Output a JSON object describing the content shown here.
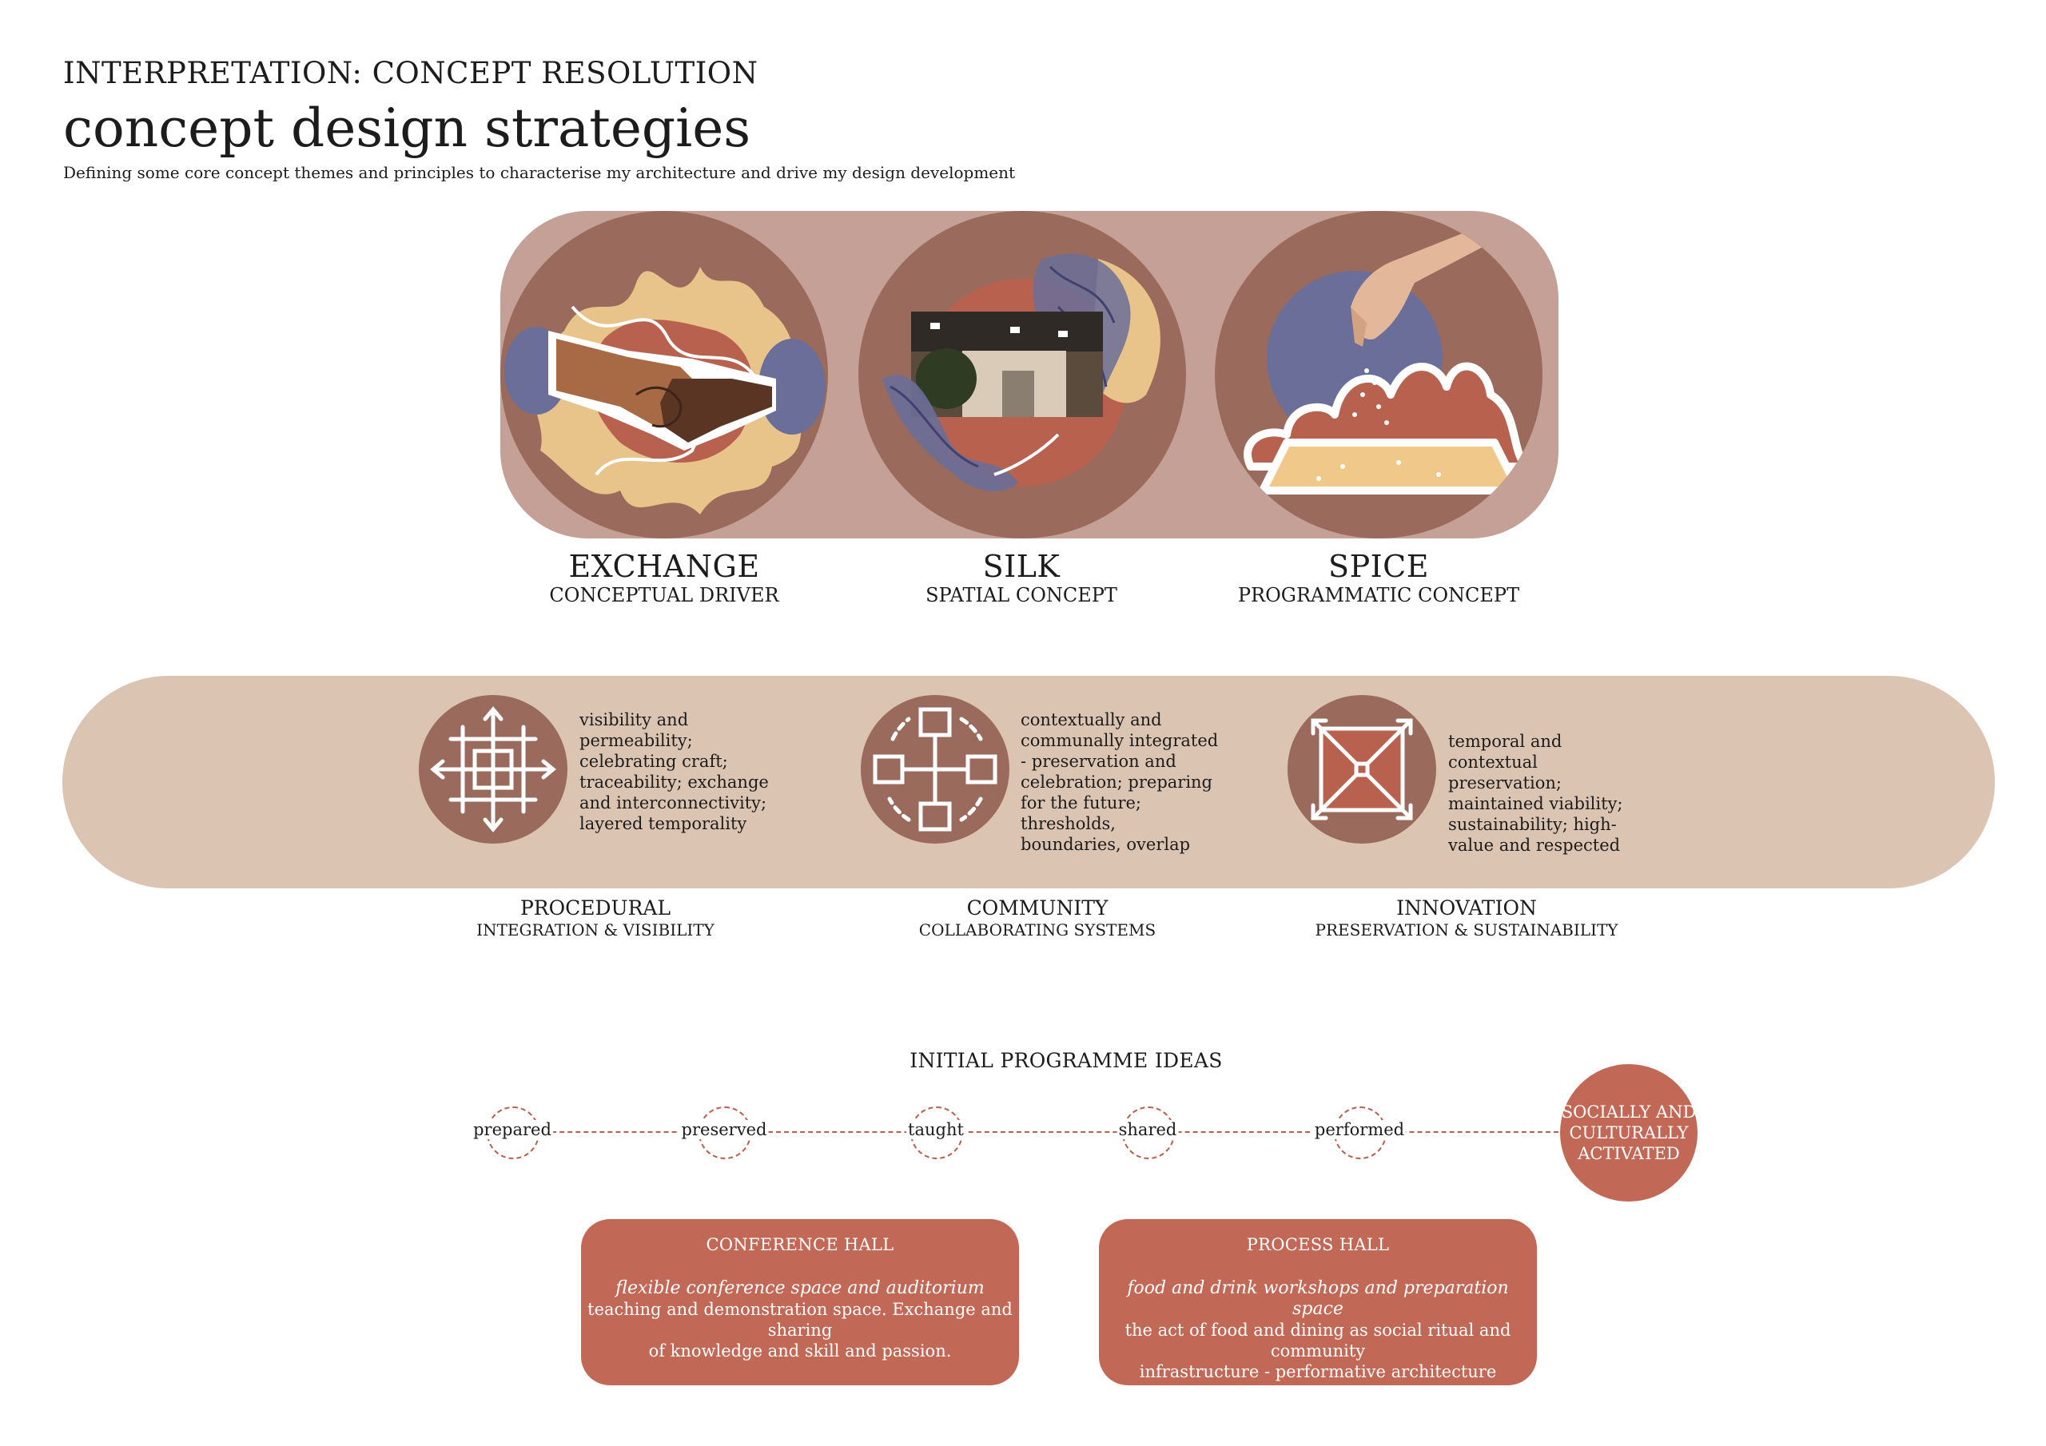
{
  "header": {
    "kicker": "INTERPRETATION: CONCEPT RESOLUTION",
    "title": "concept design strategies",
    "subtitle": "Defining some core concept themes and principles to characterise my architecture and drive my design development"
  },
  "concepts": [
    {
      "name": "EXCHANGE",
      "role": "CONCEPTUAL DRIVER",
      "image": "handshake-illustration"
    },
    {
      "name": "SILK",
      "role": "SPATIAL CONCEPT",
      "image": "silk-and-building-collage"
    },
    {
      "name": "SPICE",
      "role": "PROGRAMMATIC CONCEPT",
      "image": "hand-sprinkling-spice-illustration"
    }
  ],
  "strategies": [
    {
      "name": "PROCEDURAL",
      "sub": "INTEGRATION & VISIBILITY",
      "icon": "cross-arrows-icon",
      "text": "visibility and permeability; celebrating craft; traceability; exchange and interconnectivity; layered temporality"
    },
    {
      "name": "COMMUNITY",
      "sub": "COLLABORATING SYSTEMS",
      "icon": "network-boxes-icon",
      "text": "contextually and communally integrated - preservation and celebration; preparing for the future; thresholds, boundaries, overlap"
    },
    {
      "name": "INNOVATION",
      "sub": "PRESERVATION & SUSTAINABILITY",
      "icon": "expanding-square-icon",
      "text": "temporal and contextual preservation; maintained viability; sustainability; high-value and respected"
    }
  ],
  "programme": {
    "heading": "INITIAL PROGRAMME IDEAS",
    "steps": [
      "prepared",
      "preserved",
      "taught",
      "shared",
      "performed"
    ],
    "goal": "SOCIALLY AND CULTURALLY ACTIVATED",
    "halls": [
      {
        "title": "CONFERENCE HALL",
        "italic": "flexible conference space and auditorium",
        "body": "teaching and demonstration space. Exchange and sharing\nof knowledge and skill and passion."
      },
      {
        "title": "PROCESS HALL",
        "italic": "food and drink workshops and preparation space",
        "body": "the act of food and dining as social ritual and community\ninfrastructure - performative architecture"
      }
    ]
  },
  "colors": {
    "band_top": "#c4a096",
    "circle": "#9a6b5c",
    "band_mid": "#dbc4b2",
    "terracotta": "#c16956",
    "slate_blue": "#6b6e98",
    "sand": "#e9c48a"
  }
}
